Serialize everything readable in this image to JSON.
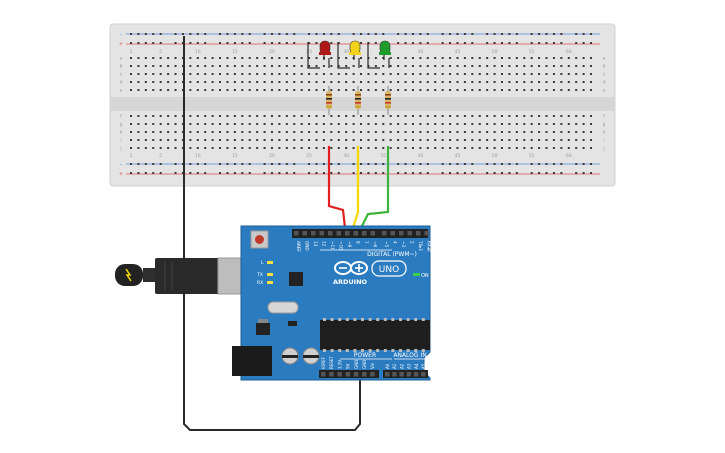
{
  "breadboard": {
    "col_numbers_top": [
      "1",
      "5",
      "10",
      "15",
      "20",
      "25",
      "30",
      "35",
      "40",
      "45",
      "50",
      "55",
      "60"
    ],
    "col_numbers_bottom": [
      "1",
      "5",
      "10",
      "15",
      "20",
      "25",
      "30",
      "35",
      "40",
      "45",
      "50",
      "55",
      "60"
    ],
    "row_letters_top": [
      "a",
      "b",
      "c",
      "d",
      "e"
    ],
    "row_letters_bottom": [
      "f",
      "g",
      "h",
      "i",
      "j"
    ],
    "rail_minus": "–",
    "rail_plus": "+"
  },
  "leds": [
    {
      "name": "red",
      "color": "#b01818"
    },
    {
      "name": "yellow",
      "color": "#f2d21a"
    },
    {
      "name": "green",
      "color": "#1e9c2a"
    }
  ],
  "wires": {
    "red": "#e02020",
    "yellow": "#f5d800",
    "green": "#3cb43c",
    "black": "#2a2a2a"
  },
  "arduino": {
    "brand_label": "ARDUINO",
    "model_label": "UNO",
    "digital_label": "DIGITAL (PWM~)",
    "power_label": "POWER",
    "analog_label": "ANALOG IN",
    "on_label": "ON",
    "tx_label": "TX",
    "rx_label": "RX",
    "l_label": "L",
    "digital_pins": [
      "AREF",
      "GND",
      "13",
      "12",
      "~11",
      "~10",
      "~9",
      "8",
      "7",
      "~6",
      "~5",
      "4",
      "~3",
      "2",
      "TX▸1",
      "RX◂0"
    ],
    "power_pins": [
      "IOREF",
      "RESET",
      "3.3V",
      "5V",
      "GND",
      "GND",
      "Vin"
    ],
    "analog_pins": [
      "A0",
      "A1",
      "A2",
      "A3",
      "A4",
      "A5"
    ],
    "board_color": "#2a7bbf"
  }
}
